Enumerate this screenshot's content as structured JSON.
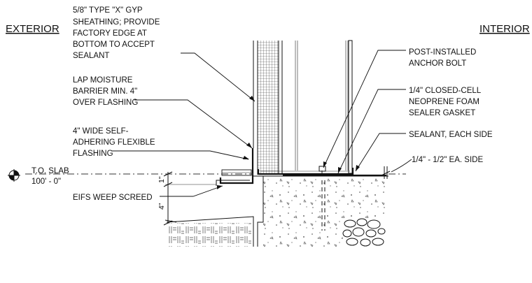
{
  "headings": {
    "exterior": "EXTERIOR",
    "interior": "INTERIOR"
  },
  "callouts_left": {
    "gyp": [
      "5/8\" TYPE \"X\" GYP",
      "SHEATHING; PROVIDE",
      "FACTORY EDGE AT",
      "BOTTOM TO ACCEPT",
      "SEALANT"
    ],
    "moisture": [
      "LAP MOISTURE",
      "BARRIER MIN. 4\"",
      "OVER FLASHING"
    ],
    "flashing": [
      "4\" WIDE SELF-",
      "ADHERING FLEXIBLE",
      "FLASHING"
    ],
    "weep": "EIFS WEEP SCREED"
  },
  "callouts_right": {
    "bolt": [
      "POST-INSTALLED",
      "ANCHOR BOLT"
    ],
    "gasket": [
      "1/4\" CLOSED-CELL",
      "NEOPRENE FOAM",
      "SEALER GASKET"
    ],
    "sealant": "SEALANT, EACH SIDE",
    "gap": "1/4\" - 1/2\" EA. SIDE"
  },
  "level": {
    "name": "T.O. SLAB",
    "elevation": "100' - 0\""
  },
  "dimensions": {
    "upper": "1\"",
    "lower": "4\""
  }
}
